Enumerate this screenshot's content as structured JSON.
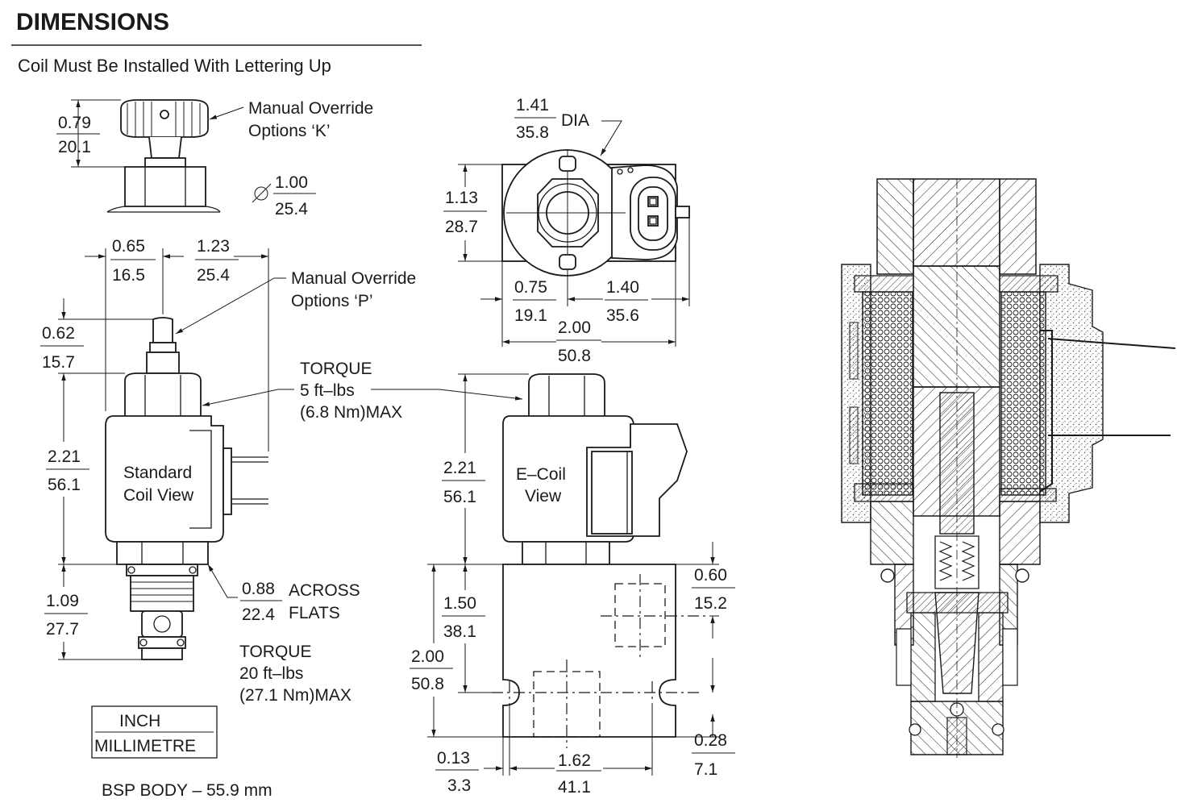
{
  "header": {
    "title": "DIMENSIONS",
    "note": "Coil Must Be Installed With Lettering  Up"
  },
  "left_view": {
    "knob_height_in": "0.79",
    "knob_height_mm": "20.1",
    "override_k_line1": "Manual Override",
    "override_k_line2": "Options ‘K’",
    "dia_in": "1.00",
    "dia_mm": "25.4",
    "w1_in": "0.65",
    "w1_mm": "16.5",
    "w2_in": "1.23",
    "w2_mm": "25.4",
    "override_p_line1": "Manual Override",
    "override_p_line2": "Options ‘P’",
    "pin_height_in": "0.62",
    "pin_height_mm": "15.7",
    "coil_height_in": "2.21",
    "coil_height_mm": "56.1",
    "coil_label_line1": "Standard",
    "coil_label_line2": "Coil View",
    "torque1_line1": "TORQUE",
    "torque1_line2": "5 ft–lbs",
    "torque1_line3": "(6.8 Nm)MAX",
    "flats_in": "0.88",
    "flats_mm": "22.4",
    "flats_line1": "ACROSS",
    "flats_line2": "FLATS",
    "body_in": "1.09",
    "body_mm": "27.7",
    "torque2_line1": "TORQUE",
    "torque2_line2": "20 ft–lbs",
    "torque2_line3": "(27.1 Nm)MAX",
    "units_line1": "INCH",
    "units_line2": "MILLIMETRE",
    "bsp_body": "BSP BODY – 55.9 mm"
  },
  "top_view": {
    "dia_in": "1.41",
    "dia_mm": "35.8",
    "dia_label": "DIA",
    "h_in": "1.13",
    "h_mm": "28.7",
    "off_in": "0.75",
    "off_mm": "19.1",
    "w_in": "1.40",
    "w_mm": "35.6",
    "total_in": "2.00",
    "total_mm": "50.8"
  },
  "e_coil_view": {
    "coil_height_in": "2.21",
    "coil_height_mm": "56.1",
    "label_line1": "E–Coil",
    "label_line2": "View",
    "block_port_in": "1.50",
    "block_port_mm": "38.1",
    "block_h_in": "2.00",
    "block_h_mm": "50.8",
    "port2_in": "0.60",
    "port2_mm": "15.2",
    "edge_in": "0.13",
    "edge_mm": "3.3",
    "span_in": "1.62",
    "span_mm": "41.1",
    "bottom_in": "0.28",
    "bottom_mm": "7.1"
  }
}
